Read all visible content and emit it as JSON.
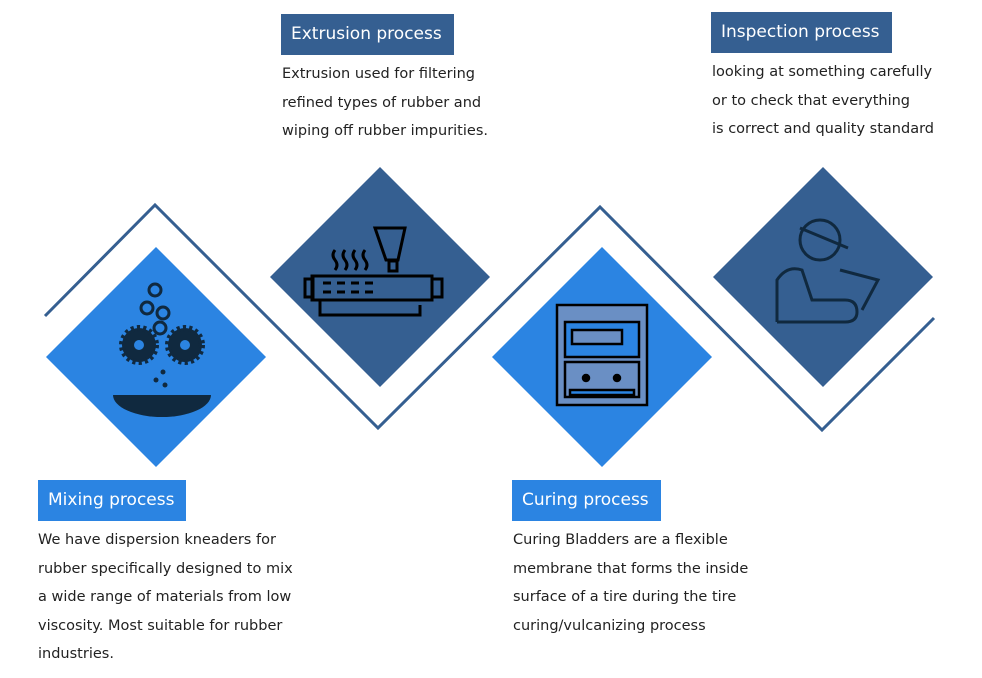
{
  "steps": [
    {
      "title": "Mixing process",
      "text": "We have dispersion kneaders for\nrubber specifically designed to mix\na wide range of materials from low\nviscosity. Most suitable for rubber\nindustries.",
      "icon": "gears-mixing-icon"
    },
    {
      "title": "Extrusion process",
      "text": "Extrusion used for filtering\nrefined types of rubber and\nwiping off rubber impurities.",
      "icon": "extruder-machine-icon"
    },
    {
      "title": "Curing process",
      "text": "Curing Bladders are a flexible\nmembrane that forms the inside\nsurface of a tire during the tire\ncuring/vulcanizing  process",
      "icon": "curing-press-icon"
    },
    {
      "title": "Inspection process",
      "text": "looking at something carefully\nor to check that everything\nis correct and quality standard",
      "icon": "inspector-icon"
    }
  ],
  "colors": {
    "dark": "#355f91",
    "light": "#2b84e2",
    "icon": "#10293f"
  }
}
